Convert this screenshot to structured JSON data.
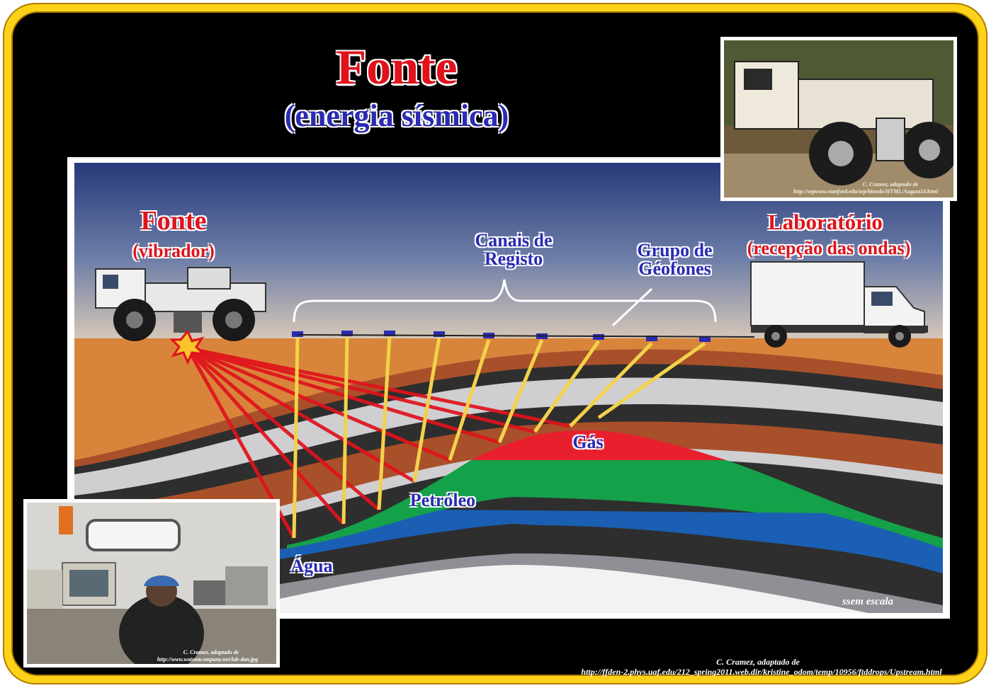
{
  "title": {
    "main": "Fonte",
    "sub": "(energia sísmica)"
  },
  "labels": {
    "fonte": "Fonte",
    "vibrador": "(vibrador)",
    "canais_line1": "Canais de",
    "canais_line2": "Registo",
    "grupo_line1": "Grupo de",
    "grupo_line2": "Géofones",
    "laboratorio": "Laboratório",
    "recepcao": "(recepção das ondas)",
    "gas": "Gás",
    "petroleo": "Petróleo",
    "agua": "Água",
    "escala": "ssem escala"
  },
  "credits": {
    "main_line1": "C. Cramez, adaptado de",
    "main_line2": "http://ffden-2.phys.uaf.edu/212_spring2011.web.dir/kristine_odom/temp/10956/ftddrops/Upstream.html",
    "truck_line1": "C. Cramez, adaptado de",
    "truck_line2": "http://sepwww.stanford.edu/sep/biondo/HTML/August14.html",
    "lab_line1": "C. Cramez, adaptado de",
    "lab_line2": "http://www.watsoncompany.net/lab-dan.jpg"
  },
  "colors": {
    "frame": "#ffd21a",
    "background": "#000000",
    "title_red": "#e0131c",
    "title_blue": "#2a2bb3",
    "gas": "#e8202e",
    "oil": "#15a04a",
    "water": "#1a5fb4",
    "soil": "#d9843b",
    "shale": "#3a3a3a"
  }
}
